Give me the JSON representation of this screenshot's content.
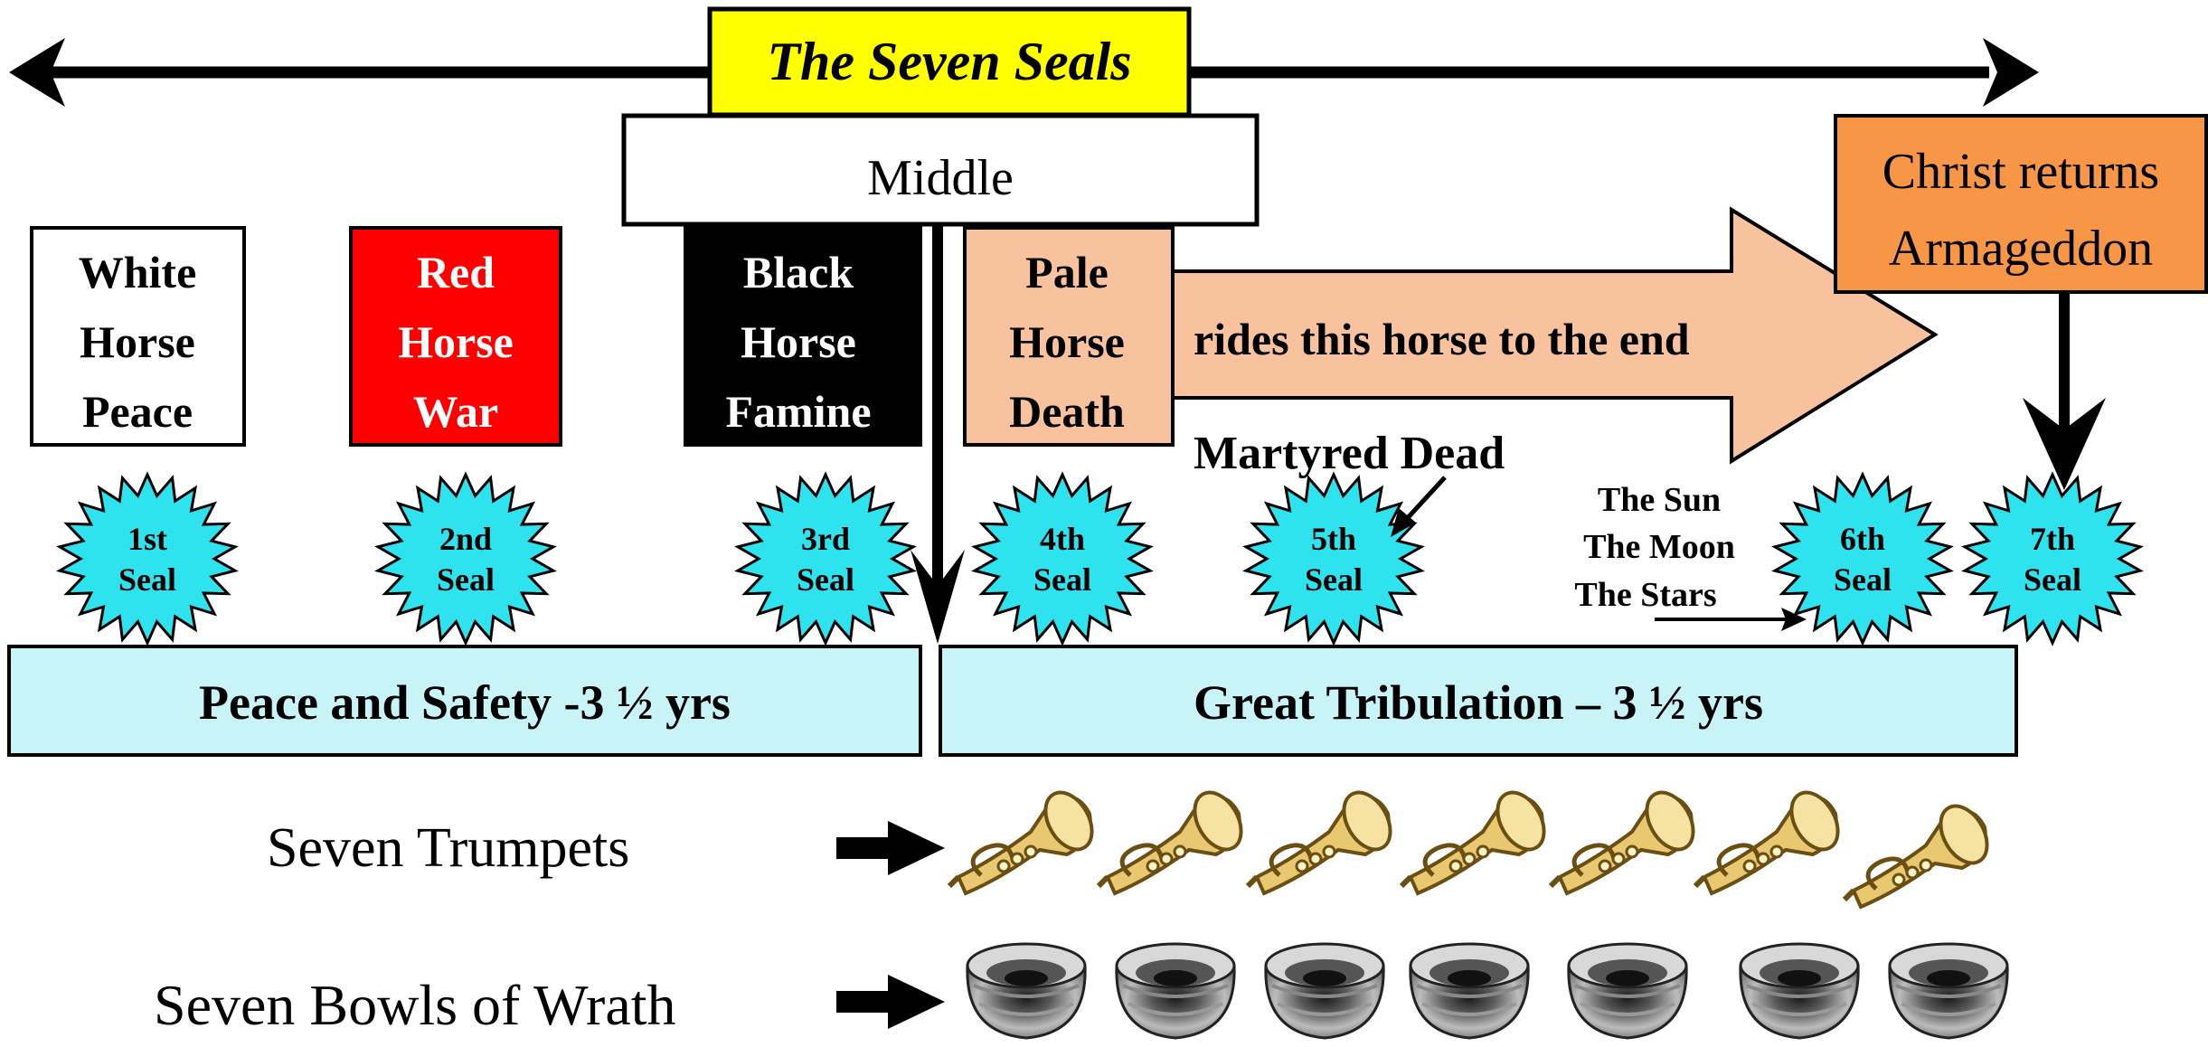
{
  "title": "The Seven Seals",
  "middle_label": "Middle",
  "colors": {
    "title_bg": "#ffff00",
    "red_horse": "#ff0000",
    "black_horse": "#000000",
    "pale_horse": "#f8c29e",
    "orange_box": "#f79646",
    "seal_fill": "#2fe3ee",
    "period_fill": "#c8f4f8"
  },
  "horses": [
    {
      "lines": [
        "White",
        "Horse",
        "Peace"
      ]
    },
    {
      "lines": [
        "Red",
        "Horse",
        "War"
      ]
    },
    {
      "lines": [
        "Black",
        "Horse",
        "Famine"
      ]
    },
    {
      "lines": [
        "Pale",
        "Horse",
        "Death"
      ]
    }
  ],
  "pale_arrow_text": "rides this horse to the end",
  "christ_returns": [
    "Christ returns",
    "Armageddon"
  ],
  "martyred_label": "Martyred Dead",
  "sun_moon_stars": [
    "The Sun",
    "The Moon",
    "The Stars"
  ],
  "seals": [
    {
      "ordinal": "1st",
      "word": "Seal"
    },
    {
      "ordinal": "2nd",
      "word": "Seal"
    },
    {
      "ordinal": "3rd",
      "word": "Seal"
    },
    {
      "ordinal": "4th",
      "word": "Seal"
    },
    {
      "ordinal": "5th",
      "word": "Seal"
    },
    {
      "ordinal": "6th",
      "word": "Seal"
    },
    {
      "ordinal": "7th",
      "word": "Seal"
    }
  ],
  "periods": {
    "first": "Peace and Safety -3 ½ yrs",
    "second": "Great Tribulation – 3 ½ yrs"
  },
  "trumpets_label": "Seven Trumpets",
  "bowls_label": "Seven Bowls of Wrath",
  "icons": {
    "trumpet": "trumpet-icon",
    "bowl": "bowl-icon"
  }
}
